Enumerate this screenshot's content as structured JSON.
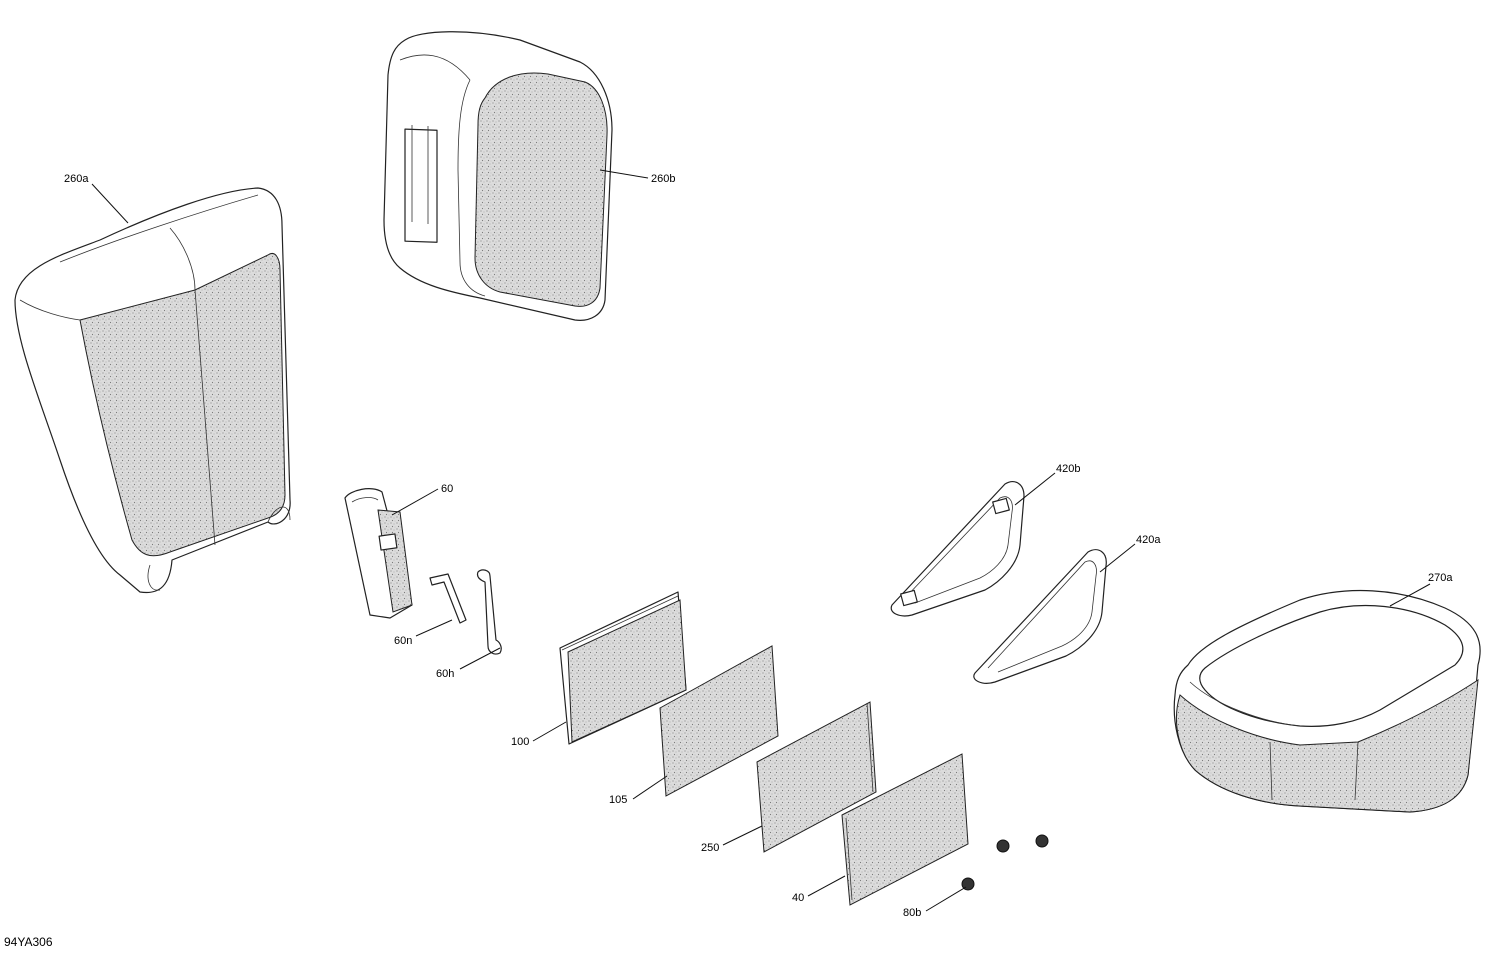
{
  "figure": {
    "id": "94YA306"
  },
  "callouts": {
    "c260a": "260a",
    "c260b": "260b",
    "c60": "60",
    "c60n": "60n",
    "c60h": "60h",
    "c100": "100",
    "c105": "105",
    "c250": "250",
    "c40": "40",
    "c80b": "80b",
    "c420a": "420a",
    "c420b": "420b",
    "c270a": "270a"
  },
  "colors": {
    "line": "#222222",
    "foam_fill": "#d9d9d9",
    "background": "#ffffff"
  }
}
